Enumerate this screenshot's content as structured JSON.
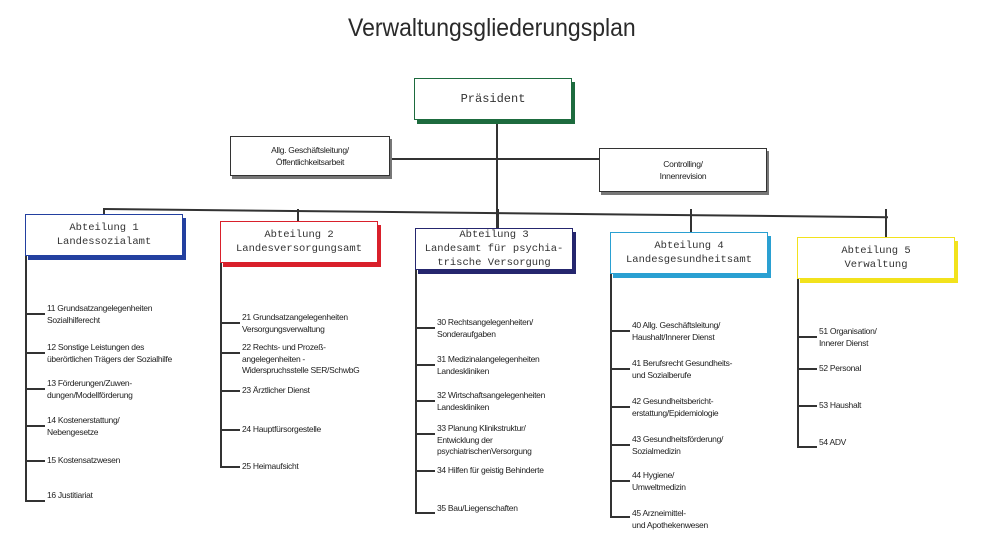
{
  "title": "Verwaltungsgliederungsplan",
  "president": {
    "label": "Präsident",
    "color": "#1d6b3e"
  },
  "staff": [
    {
      "line1": "Allg. Geschäftsleitung/",
      "line2": "Öffentlichkeitsarbeit"
    },
    {
      "line1": "Controlling/",
      "line2": "Innenrevision"
    }
  ],
  "divisions": [
    {
      "line1": "Abteilung 1",
      "line2": "Landessozialamt",
      "color": "#2340a0",
      "items": [
        [
          "11 Grundsatzangelegenheiten",
          "Sozialhilferecht"
        ],
        [
          "12 Sonstige Leistungen des",
          "überörtlichen Trägers der Sozialhilfe"
        ],
        [
          "13 Förderungen/Zuwen-",
          "dungen/Modellförderung"
        ],
        [
          "14 Kostenerstattung/",
          "Nebengesetze"
        ],
        [
          "15 Kostensatzwesen"
        ],
        [
          "16 Justitiariat"
        ]
      ]
    },
    {
      "line1": "Abteilung 2",
      "line2": "Landesversorgungsamt",
      "color": "#d9202b",
      "items": [
        [
          "21 Grundsatzangelegenheiten",
          "Versorgungsverwaltung"
        ],
        [
          "22 Rechts- und Prozeß-",
          "angelegenheiten -",
          "Widerspruchsstelle SER/SchwbG"
        ],
        [
          "23 Ärztlicher Dienst"
        ],
        [
          "24 Hauptfürsorgestelle"
        ],
        [
          "25 Heimaufsicht"
        ]
      ]
    },
    {
      "line1": "Abteilung 3",
      "line2": "Landesamt für psychia-",
      "line3": "trische Versorgung",
      "color": "#25266e",
      "items": [
        [
          "30 Rechtsangelegenheiten/",
          "Sonderaufgaben"
        ],
        [
          "31 Medizinalangelegenheiten",
          "Landeskliniken"
        ],
        [
          "32 Wirtschaftsangelegenheiten",
          "Landeskliniken"
        ],
        [
          "33 Planung Klinikstruktur/",
          "Entwicklung der",
          "psychiatrischenVersorgung"
        ],
        [
          "34 Hilfen für geistig Behinderte"
        ],
        [
          "35 Bau/Liegenschaften"
        ]
      ]
    },
    {
      "line1": "Abteilung 4",
      "line2": "Landesgesundheitsamt",
      "color": "#2aa0d2",
      "items": [
        [
          "40 Allg. Geschäftsleitung/",
          "Haushalt/Innerer Dienst"
        ],
        [
          "41 Berufsrecht Gesundheits-",
          "und Sozialberufe"
        ],
        [
          "42 Gesundheitsbericht-",
          "erstattung/Epidemiologie"
        ],
        [
          "43 Gesundheitsförderung/",
          "Sozialmedizin"
        ],
        [
          "44 Hygiene/",
          "Umweltmedizin"
        ],
        [
          "45 Arzneimittel-",
          "und Apothekenwesen"
        ]
      ]
    },
    {
      "line1": "Abteilung 5",
      "line2": "Verwaltung",
      "color": "#f2e21c",
      "items": [
        [
          "51 Organisation/",
          "Innerer Dienst"
        ],
        [
          "52 Personal"
        ],
        [
          "53 Haushalt"
        ],
        [
          "54 ADV"
        ]
      ]
    }
  ]
}
